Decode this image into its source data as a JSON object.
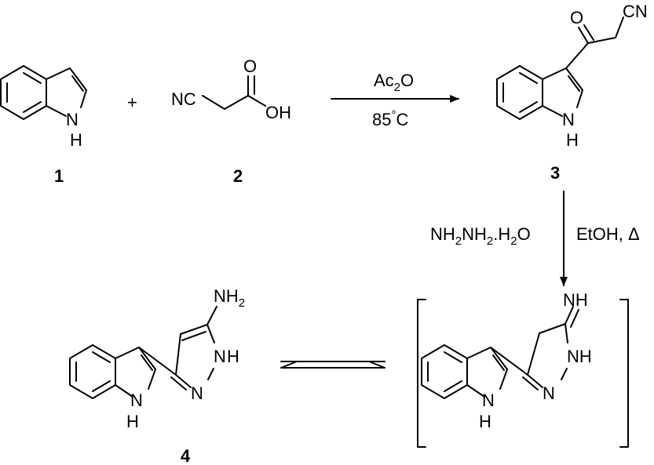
{
  "compounds": {
    "c1": {
      "label": "1",
      "nh": "N",
      "h": "H"
    },
    "c2": {
      "label": "2",
      "nc": "NC",
      "o": "O",
      "oh": "OH"
    },
    "c3": {
      "label": "3",
      "o": "O",
      "cn": "CN",
      "nh": "N",
      "h": "H"
    },
    "c4": {
      "label": "4",
      "nh2_main": "NH",
      "nh2_sub": "2",
      "nh_ring": "N",
      "h_ring": "H",
      "pyr_nh": "N",
      "pyr_h": "H",
      "pyr_n": "N"
    },
    "intermediate": {
      "imine": "NH",
      "ring_n": "N",
      "ring_h": "H",
      "pyr_nh": "NH",
      "pyr_n": "N"
    }
  },
  "plus": "+",
  "step1": {
    "reagent_main": "Ac",
    "reagent_sub": "2",
    "reagent_tail": "O",
    "temp_num": "85",
    "temp_deg": "°",
    "temp_unit": "C"
  },
  "step2": {
    "reagent_a1": "NH",
    "reagent_a2": "2",
    "reagent_a3": "NH",
    "reagent_a4": "2",
    "reagent_a5": ".H",
    "reagent_a6": "2",
    "reagent_a7": "O",
    "solvent": "EtOH, ",
    "heat": "Δ"
  }
}
